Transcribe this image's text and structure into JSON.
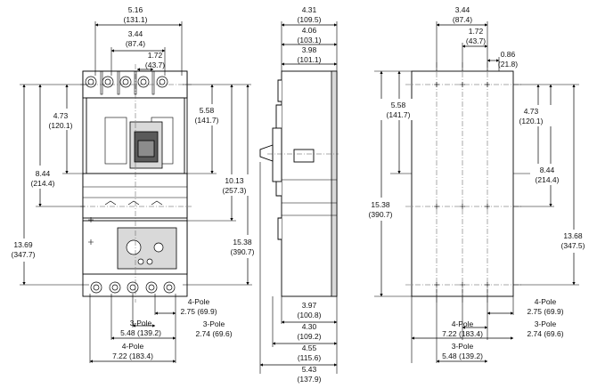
{
  "front_view": {
    "top": {
      "w_total": "5.16",
      "w_total_mm": "(131.1)",
      "w_3pole": "3.44",
      "w_3pole_mm": "(87.4)",
      "w_single": "1.72",
      "w_single_mm": "(43.7)"
    },
    "left": {
      "d1": "4.73",
      "d1_mm": "(120.1)",
      "d2": "8.44",
      "d2_mm": "(214.4)",
      "d3": "13.69",
      "d3_mm": "(347.7)"
    },
    "right": {
      "d1": "5.58",
      "d1_mm": "(141.7)",
      "d2": "10.13",
      "d2_mm": "(257.3)",
      "d3": "15.38",
      "d3_mm": "(390.7)"
    },
    "bottom": {
      "pole4_a_label": "4-Pole",
      "pole4_a_val": "2.75 (69.9)",
      "pole3_label": "3-Pole",
      "pole3_val": "5.48 (139.2)",
      "pole3_b_label": "3-Pole",
      "pole3_b_val": "2.74 (69.6)",
      "pole4_label": "4-Pole",
      "pole4_val": "7.22 (183.4)"
    }
  },
  "side_view": {
    "top": {
      "d1": "4.31",
      "d1_mm": "(109.5)",
      "d2": "4.06",
      "d2_mm": "(103.1)",
      "d3": "3.98",
      "d3_mm": "(101.1)"
    },
    "bottom": {
      "d1": "3.97",
      "d1_mm": "(100.8)",
      "d2": "4.30",
      "d2_mm": "(109.2)",
      "d3": "4.55",
      "d3_mm": "(115.6)",
      "d4": "5.43",
      "d4_mm": "(137.9)"
    }
  },
  "panel_view": {
    "top": {
      "w1": "3.44",
      "w1_mm": "(87.4)",
      "w2": "1.72",
      "w2_mm": "(43.7)",
      "w3": "0.86",
      "w3_mm": "(21.8)"
    },
    "left": {
      "d1": "5.58",
      "d1_mm": "(141.7)",
      "d2": "15.38",
      "d2_mm": "(390.7)"
    },
    "right": {
      "d1": "4.73",
      "d1_mm": "(120.1)",
      "d2": "8.44",
      "d2_mm": "(214.4)",
      "d3": "13.68",
      "d3_mm": "(347.5)"
    },
    "bottom": {
      "pole4_a_label": "4-Pole",
      "pole4_a_val": "2.75 (69.9)",
      "pole4_label": "4-Pole",
      "pole4_val": "7.22 (183.4)",
      "pole3_b_label": "3-Pole",
      "pole3_b_val": "2.74 (69.6)",
      "pole3_label": "3-Pole",
      "pole3_val": "5.48 (139.2)"
    }
  }
}
